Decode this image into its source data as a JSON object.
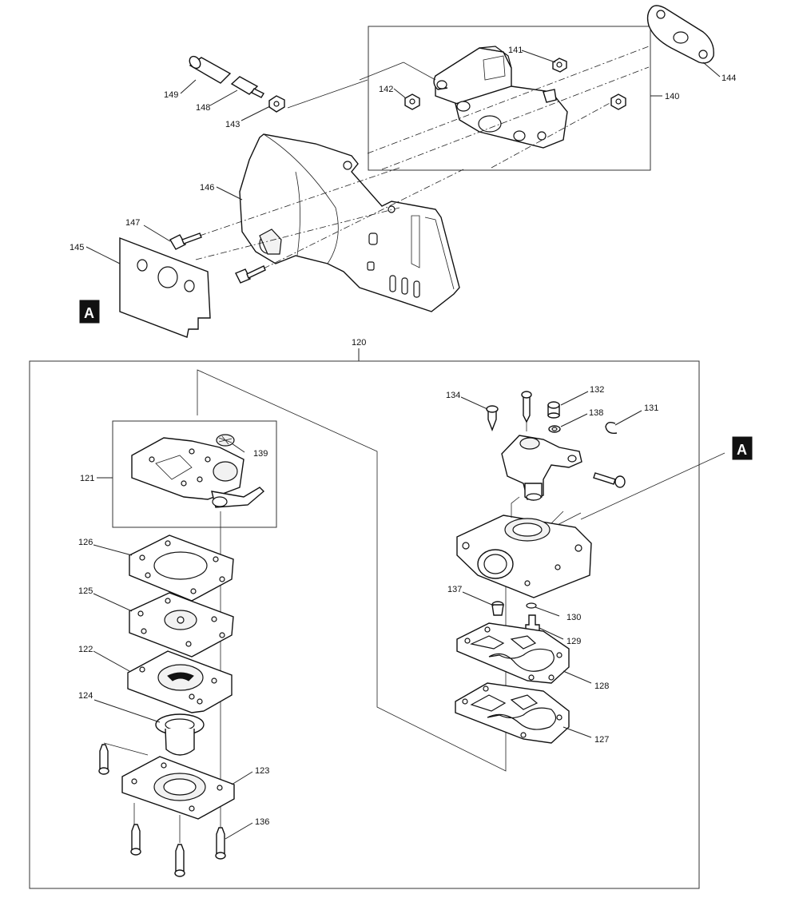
{
  "labels": {
    "p120": "120",
    "p121": "121",
    "p122": "122",
    "p123": "123",
    "p124": "124",
    "p125": "125",
    "p126": "126",
    "p127": "127",
    "p128": "128",
    "p129": "129",
    "p130": "130",
    "p131": "131",
    "p132": "132",
    "p134": "134",
    "p136": "136",
    "p137": "137",
    "p138": "138",
    "p139": "139",
    "p140": "140",
    "p141": "141",
    "p142": "142",
    "p143": "143",
    "p144": "144",
    "p145": "145",
    "p146": "146",
    "p147": "147",
    "p148": "148",
    "p149": "149"
  },
  "ref_mark": "A"
}
